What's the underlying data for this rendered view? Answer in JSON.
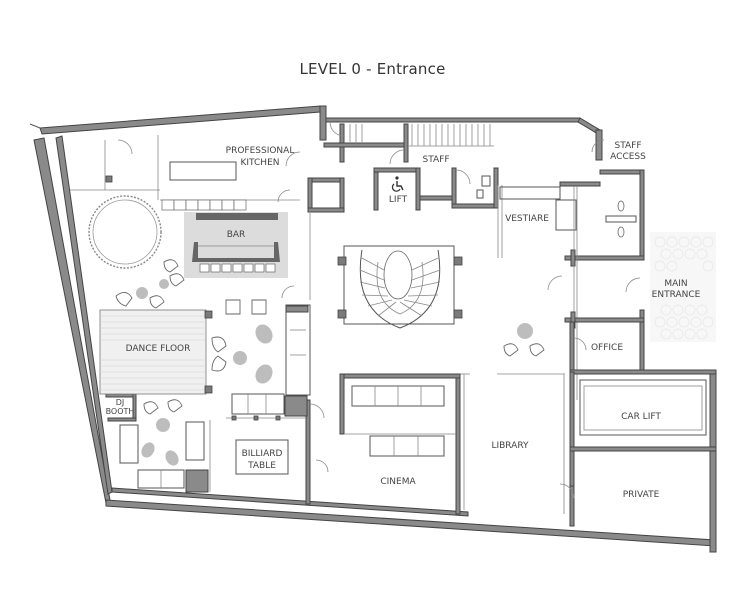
{
  "title": "LEVEL 0 - Entrance",
  "rooms": {
    "professional_kitchen_1": "PROFESSIONAL",
    "professional_kitchen_2": "KITCHEN",
    "staff": "STAFF",
    "staff_access_1": "STAFF",
    "staff_access_2": "ACCESS",
    "lift": "LIFT",
    "vestiare": "VESTIARE",
    "bar": "BAR",
    "main_entrance_1": "MAIN",
    "main_entrance_2": "ENTRANCE",
    "dance_floor": "DANCE FLOOR",
    "office": "OFFICE",
    "dj_booth_1": "DJ",
    "dj_booth_2": "BOOTH",
    "car_lift": "CAR LIFT",
    "library": "LIBRARY",
    "billiard_table_1": "BILLIARD",
    "billiard_table_2": "TABLE",
    "cinema": "CINEMA",
    "private": "PRIVATE"
  },
  "symbols": {
    "accessible_icon": "wheelchair-symbol"
  },
  "colors": {
    "wall": "#8a8a8a",
    "wall_outline": "#444444",
    "highlight_area": "#dcdcdc",
    "furniture_fill": "#bdbdbd"
  }
}
